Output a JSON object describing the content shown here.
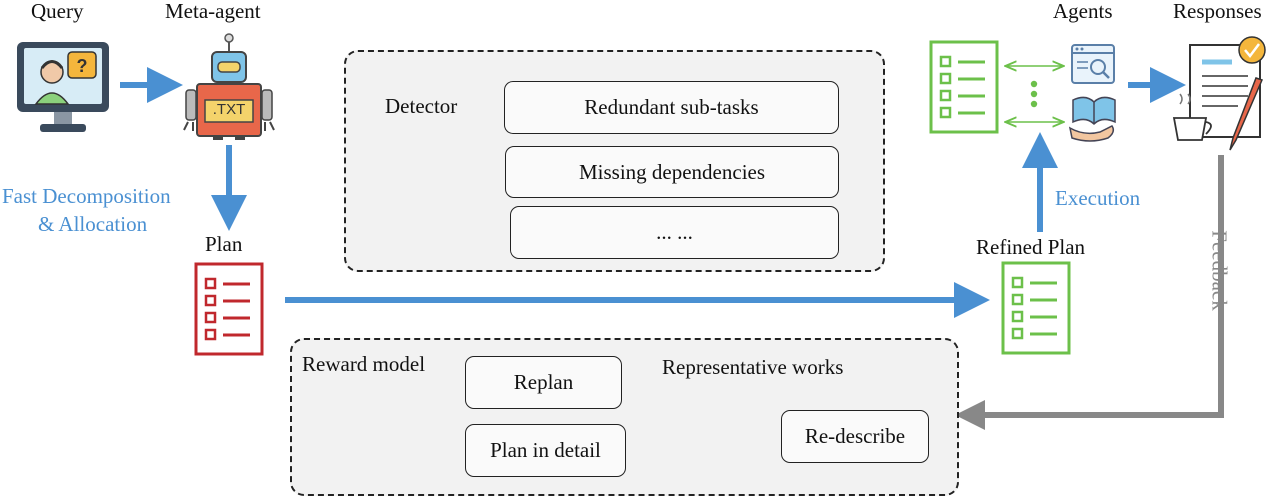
{
  "labels": {
    "query": "Query",
    "meta_agent": "Meta-agent",
    "agents": "Agents",
    "responses": "Responses",
    "fast_decomp_line1": "Fast Decomposition",
    "fast_decomp_line2": "& Allocation",
    "plan": "Plan",
    "refined_plan": "Refined Plan",
    "execution": "Execution",
    "feedback": "Feedback"
  },
  "detector": {
    "title": "Detector",
    "items": [
      "Redundant sub-tasks",
      "Missing dependencies",
      "... ..."
    ]
  },
  "reward": {
    "title": "Reward model",
    "replan": "Replan",
    "plan_in_detail": "Plan in detail",
    "works_title": "Representative works",
    "redescribe": "Re-describe"
  },
  "robot_screen_text": ".TXT",
  "colors": {
    "arrow_blue": "#4a90d2",
    "plan_red": "#c0282d",
    "refined_green": "#6cc04a",
    "feedback_gray": "#888888",
    "plus_red": "#d8261f"
  }
}
